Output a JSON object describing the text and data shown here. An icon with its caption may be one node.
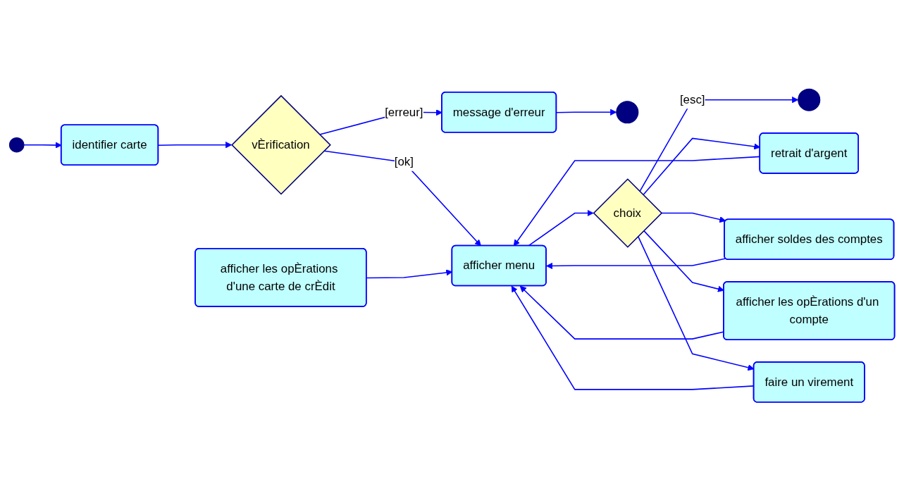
{
  "diagram": {
    "nodes": [
      {
        "text": [],
        "shape": "circle"
      },
      {
        "text": [
          "identifier carte"
        ]
      },
      {
        "text": [
          "vÈrification"
        ]
      },
      {
        "text": [
          "message d'erreur"
        ]
      },
      {
        "text": [],
        "shape": "circle"
      },
      {
        "text": [
          "retrait d'argent"
        ]
      },
      {
        "text": [
          "afficher soldes des comptes"
        ]
      },
      {
        "text": [],
        "shape": "circle"
      },
      {
        "text": [
          "afficher les opÈrations d'une carte de crÈdit"
        ]
      },
      {
        "text": [
          "afficher menu"
        ]
      },
      {
        "text": [
          "choix"
        ]
      },
      {
        "text": [
          "afficher les opÈrations d'un compte"
        ]
      },
      {
        "text": [
          "faire un virement"
        ]
      }
    ],
    "edges": [
      {
        "from": 0,
        "to": 1,
        "arrow": "to"
      },
      {
        "from": 1,
        "to": 2,
        "arrow": "to"
      },
      {
        "from": 2,
        "to": 3,
        "arrow": "to",
        "label": "[erreur]"
      },
      {
        "from": 3,
        "to": 4,
        "arrow": "to"
      },
      {
        "from": 2,
        "to": 9,
        "arrow": "to",
        "label": "[ok]"
      },
      {
        "from": 9,
        "to": 10,
        "arrow": "to"
      },
      {
        "from": 10,
        "to": 7,
        "arrow": "to",
        "label": "[esc]"
      },
      {
        "from": 10,
        "to": 5,
        "arrow": "to"
      },
      {
        "from": 10,
        "to": 6,
        "arrow": "to"
      },
      {
        "from": 10,
        "to": 11,
        "arrow": "to"
      },
      {
        "from": 10,
        "to": 12,
        "arrow": "to"
      },
      {
        "from": 12,
        "to": 9,
        "arrow": "to"
      },
      {
        "from": 11,
        "to": 9,
        "arrow": "to"
      },
      {
        "from": 8,
        "to": 9,
        "arrow": "to"
      },
      {
        "from": 6,
        "to": 9,
        "arrow": "to"
      },
      {
        "from": 5,
        "to": 9,
        "arrow": "to"
      }
    ]
  }
}
